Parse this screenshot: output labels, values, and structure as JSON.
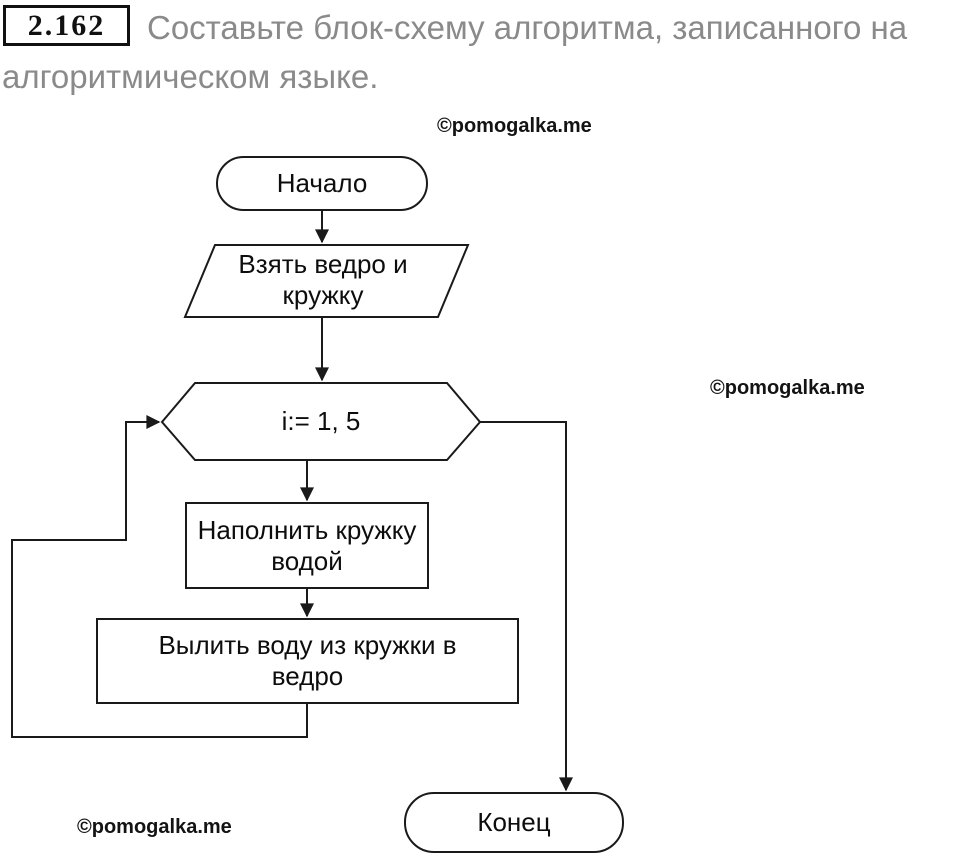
{
  "header": {
    "task_number": "2.162",
    "title_line1": "Составьте блок-схему алгоритма, записанного на",
    "title_line2": "алгоритмическом языке."
  },
  "watermark": {
    "text": "©pomogalka.me"
  },
  "colors": {
    "line": "#1a1a1a",
    "shape_fill": "#ffffff",
    "header_text": "#8a8a8a",
    "label_text": "#0d0d0d",
    "background": "#ffffff"
  },
  "flowchart": {
    "nodes": [
      {
        "id": "start",
        "type": "terminator",
        "label": "Начало"
      },
      {
        "id": "input",
        "type": "parallelogram",
        "label": "Взять ведро и\nкружку"
      },
      {
        "id": "loop",
        "type": "hexagon",
        "label": "i:= 1, 5"
      },
      {
        "id": "fill",
        "type": "process",
        "label": "Наполнить кружку\nводой"
      },
      {
        "id": "pour",
        "type": "process",
        "label": "Вылить воду из кружки в\nведро"
      },
      {
        "id": "end",
        "type": "terminator",
        "label": "Конец"
      }
    ],
    "edges": [
      {
        "from": "start",
        "to": "input"
      },
      {
        "from": "input",
        "to": "loop"
      },
      {
        "from": "loop",
        "to": "fill"
      },
      {
        "from": "fill",
        "to": "pour"
      },
      {
        "from": "pour",
        "to": "loop",
        "kind": "loop-back"
      },
      {
        "from": "loop",
        "to": "end",
        "kind": "loop-exit"
      }
    ]
  }
}
